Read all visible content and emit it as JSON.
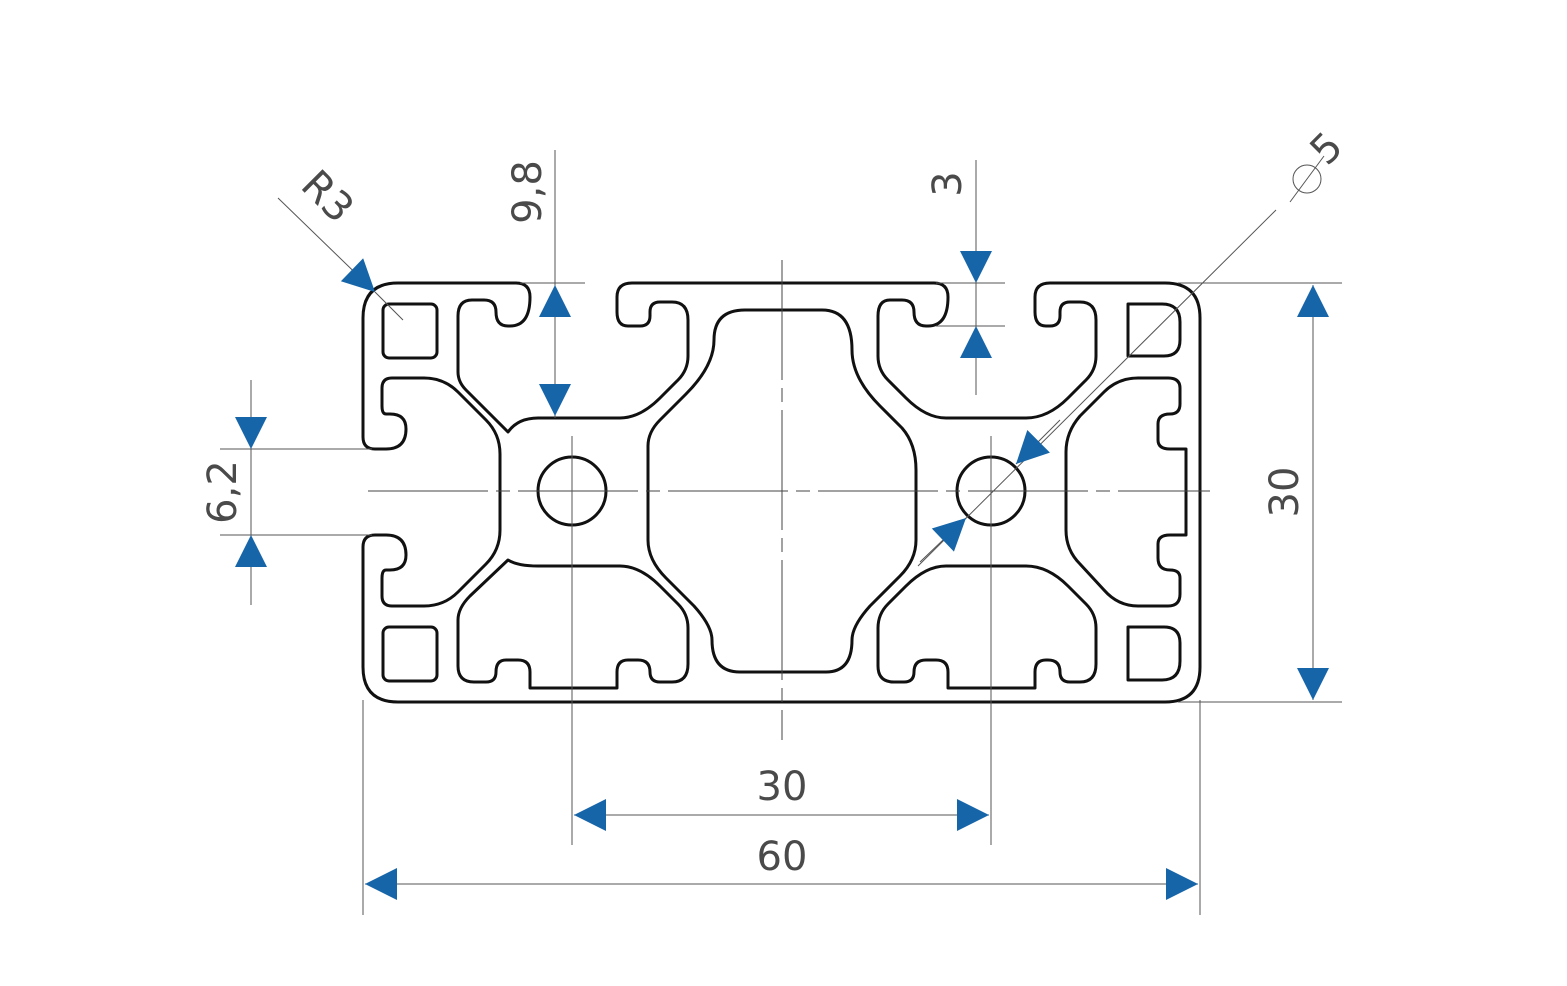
{
  "drawing": {
    "subject": "aluminium profile cross-section",
    "dimensions": {
      "radius": "R3",
      "slot_depth": "9,8",
      "wall": "3",
      "bore": "5",
      "slot_width": "6,2",
      "height": "30",
      "pitch": "30",
      "width": "60"
    },
    "colors": {
      "outline": "#111111",
      "dimension_line": "#555555",
      "arrow": "#1565a8",
      "text": "#4a4a4a",
      "background": "#ffffff"
    }
  }
}
